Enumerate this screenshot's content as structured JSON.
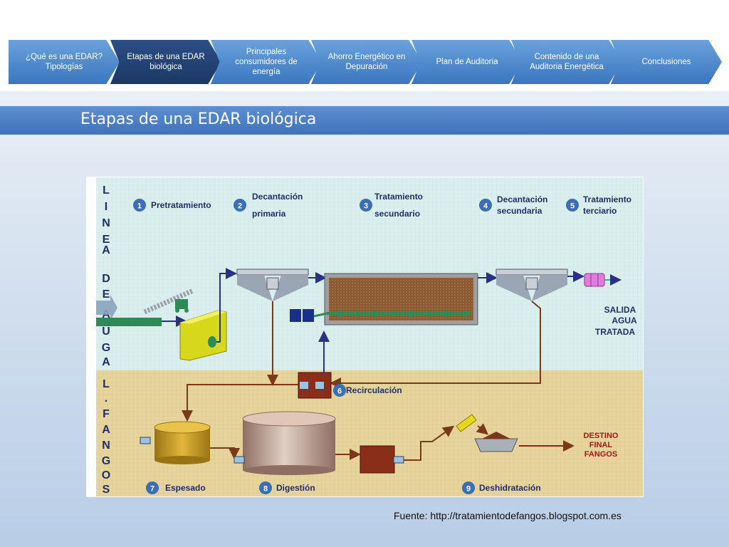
{
  "nav": {
    "steps": [
      {
        "label": "¿Qué es una EDAR? Tipologías"
      },
      {
        "label": "Etapas de una EDAR biológica",
        "active": true
      },
      {
        "label": "Principales consumidores de energía"
      },
      {
        "label": "Ahorro Energético en Depuración"
      },
      {
        "label": "Plan de Auditoria"
      },
      {
        "label": "Contenido de una Auditoria Energética"
      },
      {
        "label": "Conclusiones"
      }
    ]
  },
  "slide": {
    "title": "Etapas de una EDAR biológica",
    "source": "Fuente: http://tratamientodefangos.blogspot.com.es"
  },
  "diagram": {
    "water_line_letters": [
      "L",
      "I",
      "N",
      "E",
      "A",
      "",
      "D",
      "E",
      "",
      "A",
      "U",
      "G",
      "A"
    ],
    "sludge_line_letters": [
      "L",
      ".",
      "F",
      "A",
      "N",
      "G",
      "O",
      "S"
    ],
    "stages": [
      {
        "num": "1",
        "label": "Pretratamiento"
      },
      {
        "num": "2",
        "label": "Decantación",
        "label2": "primaria"
      },
      {
        "num": "3",
        "label": "Tratamiento",
        "label2": "secundario"
      },
      {
        "num": "4",
        "label": "Decantación",
        "label2": "secundaria"
      },
      {
        "num": "5",
        "label": "Tratamiento",
        "label2": "terciario"
      },
      {
        "num": "6",
        "label": "Recirculación"
      },
      {
        "num": "7",
        "label": "Espesado"
      },
      {
        "num": "8",
        "label": "Digestión"
      },
      {
        "num": "9",
        "label": "Deshidratación"
      }
    ],
    "outlet_water": [
      "SALIDA",
      "AGUA",
      "TRATADA"
    ],
    "outlet_sludge": [
      "DESTINO",
      "FINAL",
      "FANGOS"
    ],
    "colors": {
      "water_bg": "#dbeeee",
      "sludge_bg": "#e6d49c",
      "number_badge": "#3a6fb8",
      "label": "#1f2f6a",
      "pipe_water": "#2a2f8a",
      "pipe_sludge": "#7a3a1a",
      "destino": "#a41a1a"
    }
  }
}
